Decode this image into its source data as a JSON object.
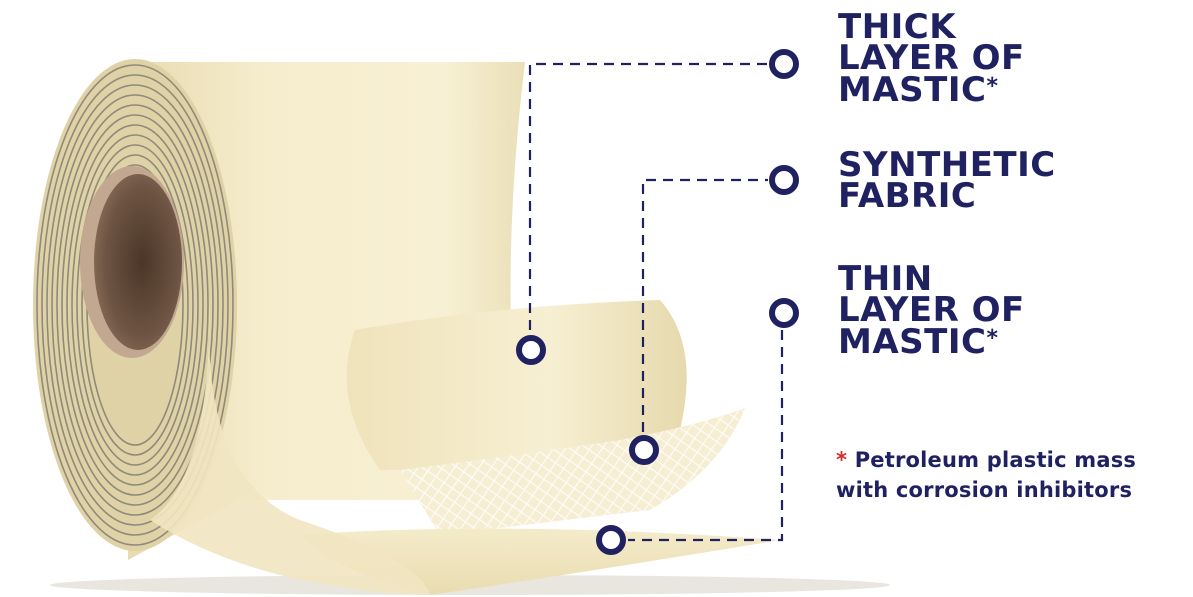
{
  "colors": {
    "label_text": "#1f2160",
    "marker": "#1f2160",
    "footnote_asterisk": "#d42a2a",
    "tape": "#f3e8c4",
    "roll_side": "#e9dcae",
    "core": "#6b5240"
  },
  "callouts": [
    {
      "id": "thick-mastic",
      "lines": [
        "THICK",
        "LAYER OF",
        "MASTIC"
      ],
      "asterisk": "*"
    },
    {
      "id": "synthetic-fabric",
      "lines": [
        "SYNTHETIC",
        "FABRIC"
      ],
      "asterisk": ""
    },
    {
      "id": "thin-mastic",
      "lines": [
        "THIN",
        "LAYER OF",
        "MASTIC"
      ],
      "asterisk": "*"
    }
  ],
  "footnote": {
    "mark": "*",
    "line1": "Petroleum plastic mass",
    "line2": "with corrosion inhibitors"
  }
}
